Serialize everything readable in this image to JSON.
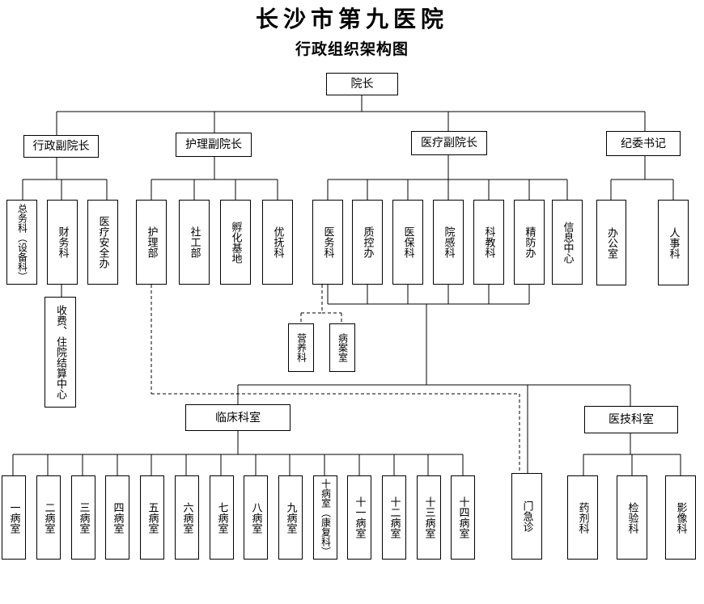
{
  "title": "长沙市第九医院",
  "subtitle": "行政组织架构图",
  "nodes": {
    "dean": "院长",
    "admin_vp": "行政副院长",
    "nursing_vp": "护理副院长",
    "medical_vp": "医疗副院长",
    "discipline": "纪委书记",
    "general_affairs": "总务科（设备科）",
    "finance": "财务科",
    "safety": "医疗安全办",
    "cashier": "收费、住院结算中心",
    "nursing_dept": "护理部",
    "social_work": "社工部",
    "incubation": "孵化基地",
    "special_care": "优抚科",
    "medical_affairs": "医务科",
    "quality": "质控办",
    "insurance": "医保科",
    "infection": "院感科",
    "education": "科教科",
    "mental_prevention": "精防办",
    "info_center": "信息中心",
    "office": "办公室",
    "hr": "人事科",
    "nutrition": "营养科",
    "case_room": "病案室",
    "clinical": "临床科室",
    "medtech": "医技科室",
    "ward_1": "一病室",
    "ward_2": "二病室",
    "ward_3": "三病室",
    "ward_4": "四病室",
    "ward_5": "五病室",
    "ward_6": "六病室",
    "ward_7": "七病室",
    "ward_8": "八病室",
    "ward_9": "九病室",
    "ward_10": "十病室（康复科）",
    "ward_11": "十一病室",
    "ward_12": "十二病室",
    "ward_13": "十三病室",
    "ward_14": "十四病室",
    "outpatient": "门急诊",
    "pharmacy": "药剂科",
    "lab": "检验科",
    "imaging": "影像科"
  }
}
